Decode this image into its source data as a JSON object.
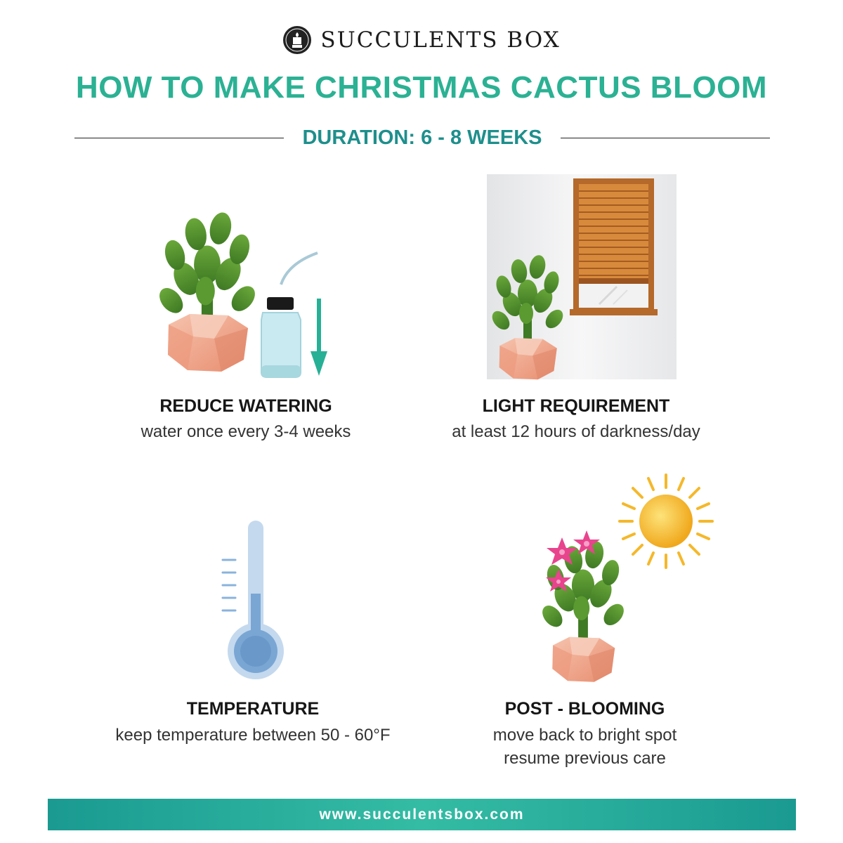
{
  "header": {
    "brand_name": "SUCCULENTS BOX",
    "title": "HOW TO MAKE CHRISTMAS CACTUS BLOOM",
    "duration": "DURATION: 6 - 8 WEEKS"
  },
  "steps": [
    {
      "title": "REDUCE WATERING",
      "lines": [
        "water once every 3-4 weeks"
      ],
      "icon": "cactus-watering-icon"
    },
    {
      "title": "LIGHT REQUIREMENT",
      "lines": [
        "at least 12 hours of darkness/day"
      ],
      "icon": "window-blind-icon"
    },
    {
      "title": "TEMPERATURE",
      "lines": [
        "keep temperature between 50 - 60°F"
      ],
      "icon": "thermometer-icon"
    },
    {
      "title": "POST - BLOOMING",
      "lines": [
        "move back to bright spot",
        "resume previous care"
      ],
      "icon": "blooming-cactus-sun-icon"
    }
  ],
  "footer": {
    "url": "www.succulentsbox.com"
  },
  "colors": {
    "title": "#2bb193",
    "duration": "#1e8f8c",
    "footer_bar": "#22a898",
    "pot": "#f0a88c",
    "plant": "#4d8e2e",
    "blind": "#c77a2e",
    "thermometer": "#8ab3dc",
    "flower": "#e8448e",
    "sun": "#f5b82a"
  }
}
